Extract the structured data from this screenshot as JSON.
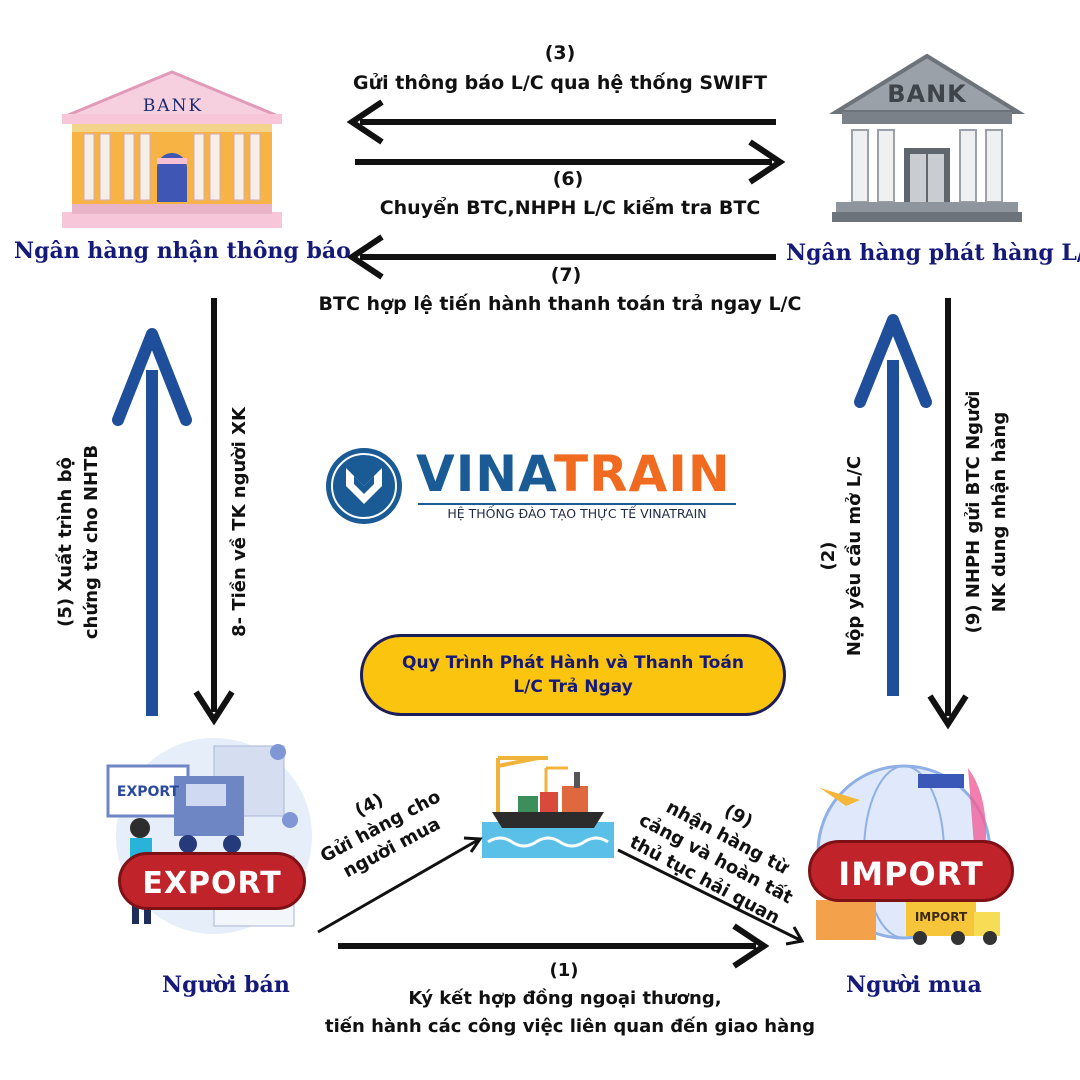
{
  "banks": {
    "advising": {
      "sign": "BANK",
      "name": "Ngân hàng nhận thông báo"
    },
    "issuing": {
      "sign": "BANK",
      "name": "Ngân hàng phát hàng L/C"
    }
  },
  "parties": {
    "seller": {
      "name": "Người bán",
      "badge": "EXPORT",
      "truck_sign": "EXPORT"
    },
    "buyer": {
      "name": "Người mua",
      "badge": "IMPORT",
      "truck_sign": "IMPORT"
    }
  },
  "steps": {
    "s3": {
      "num": "(3)",
      "text": "Gửi thông báo L/C qua hệ thống SWIFT"
    },
    "s6": {
      "num": "(6)",
      "text": "Chuyển BTC,NHPH L/C kiểm tra BTC"
    },
    "s7": {
      "num": "(7)",
      "text": "BTC hợp lệ tiến hành thanh toán trả ngay L/C"
    },
    "s5": {
      "line1": "(5) Xuất trình bộ",
      "line2": "chứng từ cho NHTB"
    },
    "s8": {
      "text": "8- Tiền  về TK người XK"
    },
    "s2": {
      "line1": "(2)",
      "line2": "Nộp yêu cầu mở L/C"
    },
    "s9a": {
      "line1": "(9)  NHPH gửi BTC Người",
      "line2": "NK dung nhận hàng"
    },
    "s4": {
      "line1": "(4)",
      "line2": "Gửi hàng cho",
      "line3": "người mua"
    },
    "s9b": {
      "line1": "(9)",
      "line2": "nhận hàng từ",
      "line3": "cảng và hoàn tất",
      "line4": "thủ tục hải quan"
    },
    "s1": {
      "num": "(1)",
      "line1": "Ký kết hợp đồng  ngoại thương,",
      "line2": "tiến hành các công việc liên quan đến giao hàng"
    }
  },
  "logo": {
    "brand_a": "VINA",
    "brand_b": "TRAIN",
    "tagline": "HỆ THỐNG ĐÀO TẠO THỰC TẾ VINATRAIN"
  },
  "title_box": {
    "line1": "Quy Trình Phát Hành và Thanh Toán",
    "line2": "L/C Trả Ngay"
  },
  "colors": {
    "bank_name": "#14197a",
    "up_arrow": "#1f4f9a",
    "badge_red": "#c0232a",
    "title_bg": "#fbc40f",
    "brand_blue": "#1a5b96",
    "brand_orange": "#f06a1f"
  }
}
